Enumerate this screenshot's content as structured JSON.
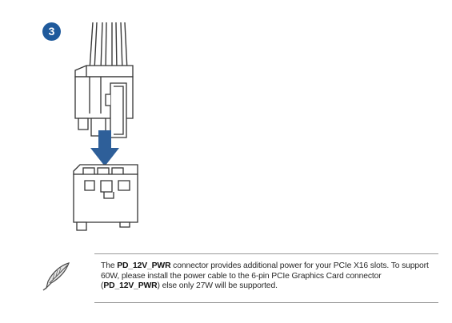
{
  "step": {
    "number": "3"
  },
  "note": {
    "icon": "quill-pen-icon",
    "segments": {
      "s1": "The ",
      "s2": "PD_12V_PWR",
      "s3": " connector provides additional power for your PCIe X16 slots. To support 60W, please install the power cable to the 6-pin PCIe Graphics Card connector (",
      "s4": "PD_12V_PWR",
      "s5": ") else only 27W will be supported."
    }
  },
  "colors": {
    "step_badge": "#1f5a9c",
    "arrow": "#2e5f99",
    "rule": "#9a9a9a"
  }
}
